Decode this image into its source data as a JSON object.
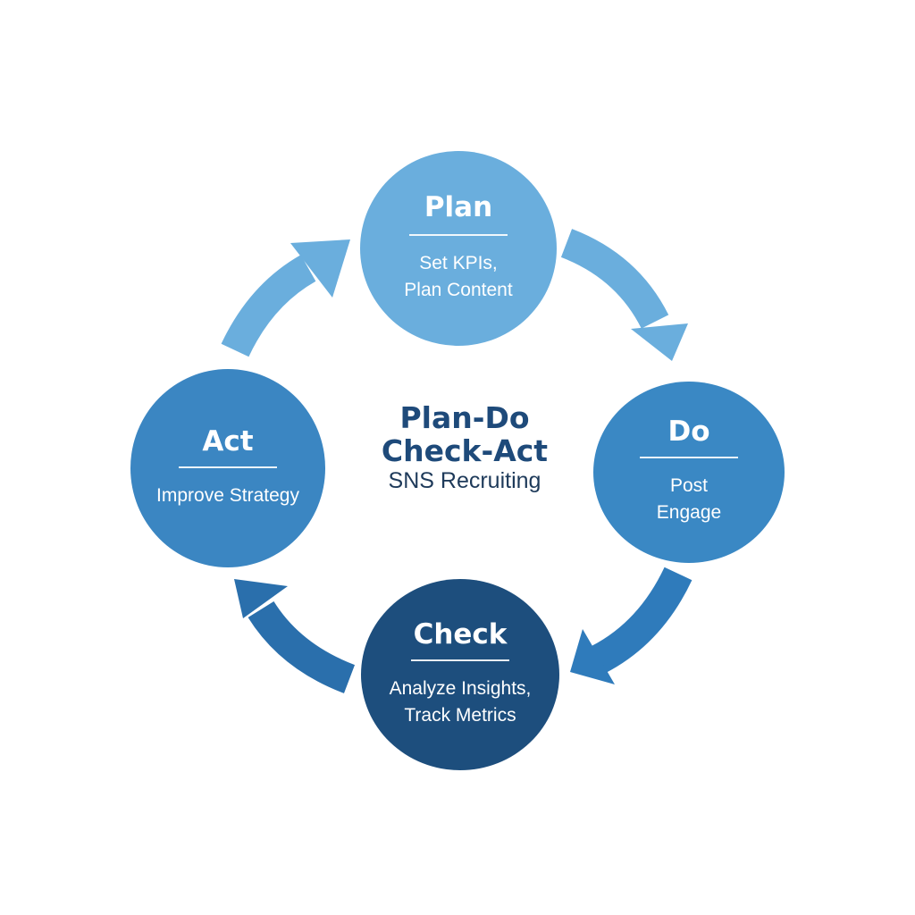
{
  "center": {
    "title_line1": "Plan-Do",
    "title_line2": "Check-Act",
    "subtitle": "SNS Recruiting"
  },
  "nodes": {
    "plan": {
      "title": "Plan",
      "lines": [
        "Set KPIs,",
        "Plan Content"
      ],
      "color": "#6aaedd"
    },
    "do": {
      "title": "Do",
      "lines": [
        "Post",
        "Engage"
      ],
      "color": "#3a88c4"
    },
    "check": {
      "title": "Check",
      "lines": [
        "Analyze Insights,",
        "Track Metrics"
      ],
      "color": "#1d4e7d"
    },
    "act": {
      "title": "Act",
      "lines": [
        "Improve Strategy"
      ],
      "color": "#3b86c2"
    }
  },
  "colors": {
    "title_text": "#1e4a7a",
    "arrow_act_to_plan": "#6aaedd",
    "arrow_plan_to_do": "#6aaedd",
    "arrow_do_to_check": "#2f7bbb",
    "arrow_check_to_act": "#2a6fac"
  }
}
